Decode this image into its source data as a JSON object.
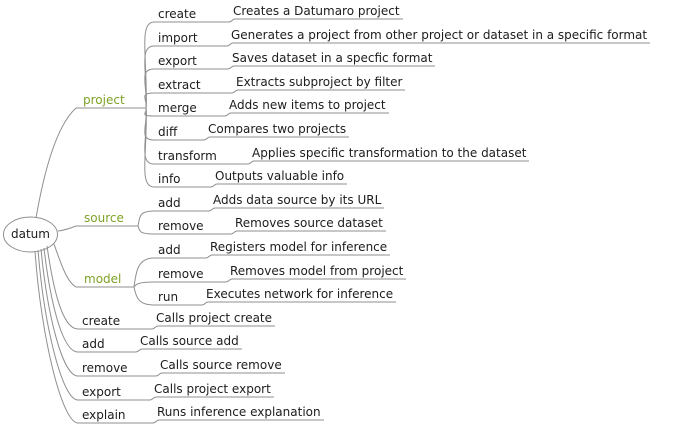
{
  "palette": {
    "text_color": "#1c1c1c",
    "branch_label_green": "#7da226",
    "edge_gray": "#8f8f8f",
    "background": "#ffffff"
  },
  "root": {
    "label": "datum"
  },
  "groups": [
    {
      "label": "project",
      "children": [
        {
          "command": "create",
          "description": "Creates a Datumaro project"
        },
        {
          "command": "import",
          "description": "Generates a project from other project or dataset in a specific format"
        },
        {
          "command": "export",
          "description": "Saves dataset in a specfic format"
        },
        {
          "command": "extract",
          "description": "Extracts subproject by filter"
        },
        {
          "command": "merge",
          "description": "Adds new items to project"
        },
        {
          "command": "diff",
          "description": "Compares two projects"
        },
        {
          "command": "transform",
          "description": "Applies specific transformation to the dataset"
        },
        {
          "command": "info",
          "description": "Outputs valuable info"
        }
      ]
    },
    {
      "label": "source",
      "children": [
        {
          "command": "add",
          "description": "Adds data source by its URL"
        },
        {
          "command": "remove",
          "description": "Removes source dataset"
        }
      ]
    },
    {
      "label": "model",
      "children": [
        {
          "command": "add",
          "description": "Registers model for inference"
        },
        {
          "command": "remove",
          "description": "Removes model from project"
        },
        {
          "command": "run",
          "description": "Executes network for inference"
        }
      ]
    }
  ],
  "direct_commands": [
    {
      "command": "create",
      "description": "Calls project create"
    },
    {
      "command": "add",
      "description": "Calls source add"
    },
    {
      "command": "remove",
      "description": "Calls source remove"
    },
    {
      "command": "export",
      "description": "Calls project export"
    },
    {
      "command": "explain",
      "description": "Runs inference explanation"
    }
  ]
}
